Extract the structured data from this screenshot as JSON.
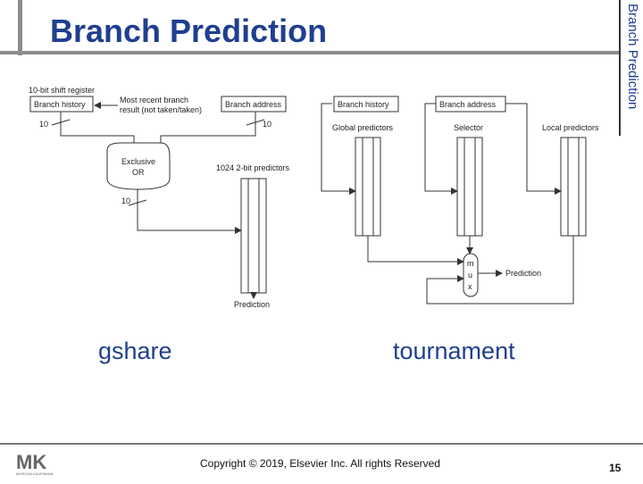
{
  "slide": {
    "title": "Branch Prediction",
    "side_title": "Branch Prediction",
    "page_number": "15",
    "copyright": "Copyright © 2019, Elsevier Inc. All rights Reserved"
  },
  "gshare": {
    "caption": "gshare",
    "shift_register_label": "10-bit shift register",
    "branch_history": "Branch history",
    "most_recent_line1": "Most recent branch",
    "most_recent_line2": "result (not taken/taken)",
    "branch_address": "Branch address",
    "bits_history": "10",
    "bits_address": "10",
    "xor_line1": "Exclusive",
    "xor_line2": "OR",
    "bits_xor": "10",
    "predictors": "1024 2-bit predictors",
    "prediction": "Prediction"
  },
  "tournament": {
    "caption": "tournament",
    "branch_history": "Branch history",
    "branch_address": "Branch address",
    "global_predictors": "Global predictors",
    "selector": "Selector",
    "local_predictors": "Local predictors",
    "mux_m": "m",
    "mux_u": "u",
    "mux_x": "x",
    "prediction": "Prediction"
  },
  "logo": {
    "text": "MK",
    "subtext": "MORGAN KAUFMANN"
  }
}
